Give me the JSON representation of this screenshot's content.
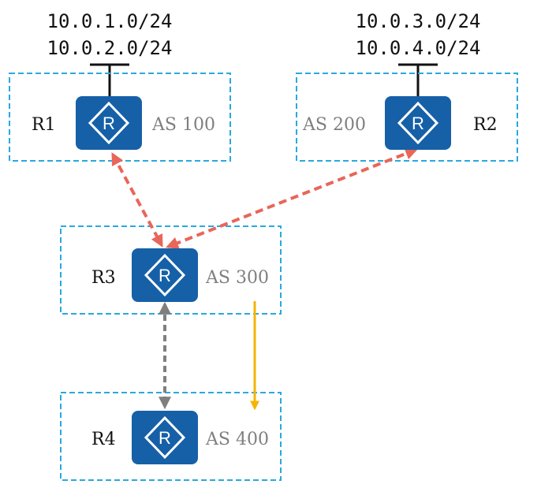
{
  "networks": {
    "r1_net_1": "10.0.1.0/24",
    "r1_net_2": "10.0.2.0/24",
    "r2_net_1": "10.0.3.0/24",
    "r2_net_2": "10.0.4.0/24"
  },
  "routers": {
    "r1": {
      "name": "R1",
      "as": "AS 100"
    },
    "r2": {
      "name": "R2",
      "as": "AS 200"
    },
    "r3": {
      "name": "R3",
      "as": "AS 300"
    },
    "r4": {
      "name": "R4",
      "as": "AS 400"
    }
  },
  "router_icon_glyph": "R",
  "colors": {
    "router_fill": "#1660a8",
    "as_box_border": "#29a9de",
    "ebgp_link": "#e8665a",
    "ibgp_link": "#7f7f7f",
    "route_flow_arrow": "#f5b400",
    "as_label_text": "#7f7f7f"
  }
}
